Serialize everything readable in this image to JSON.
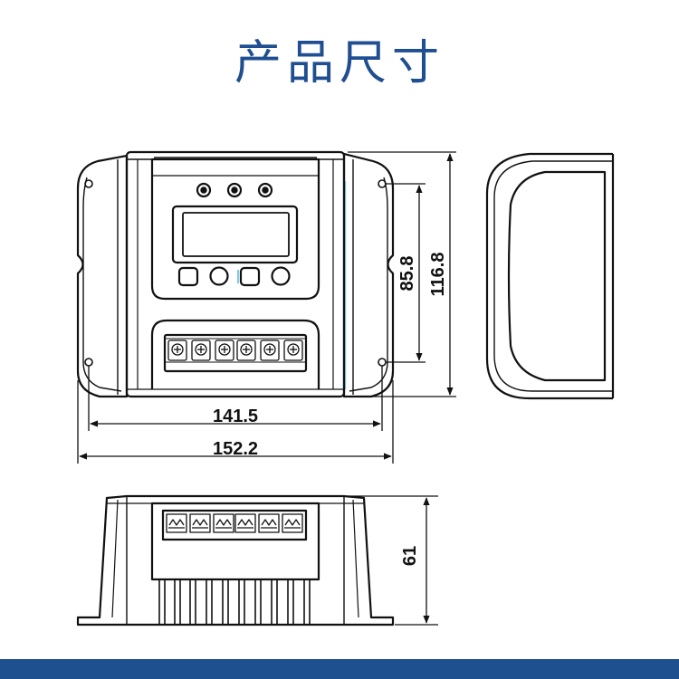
{
  "header": {
    "title": "产品尺寸"
  },
  "dimensions": {
    "front_inner_width": "141.5",
    "front_outer_width": "152.2",
    "front_inner_height": "85.8",
    "front_outer_height": "116.8",
    "side_height": "61"
  },
  "colors": {
    "title": "#1f4e91",
    "bottom_bar": "#1e4f8f",
    "line": "#111111",
    "accent": "#7ec9e8"
  }
}
